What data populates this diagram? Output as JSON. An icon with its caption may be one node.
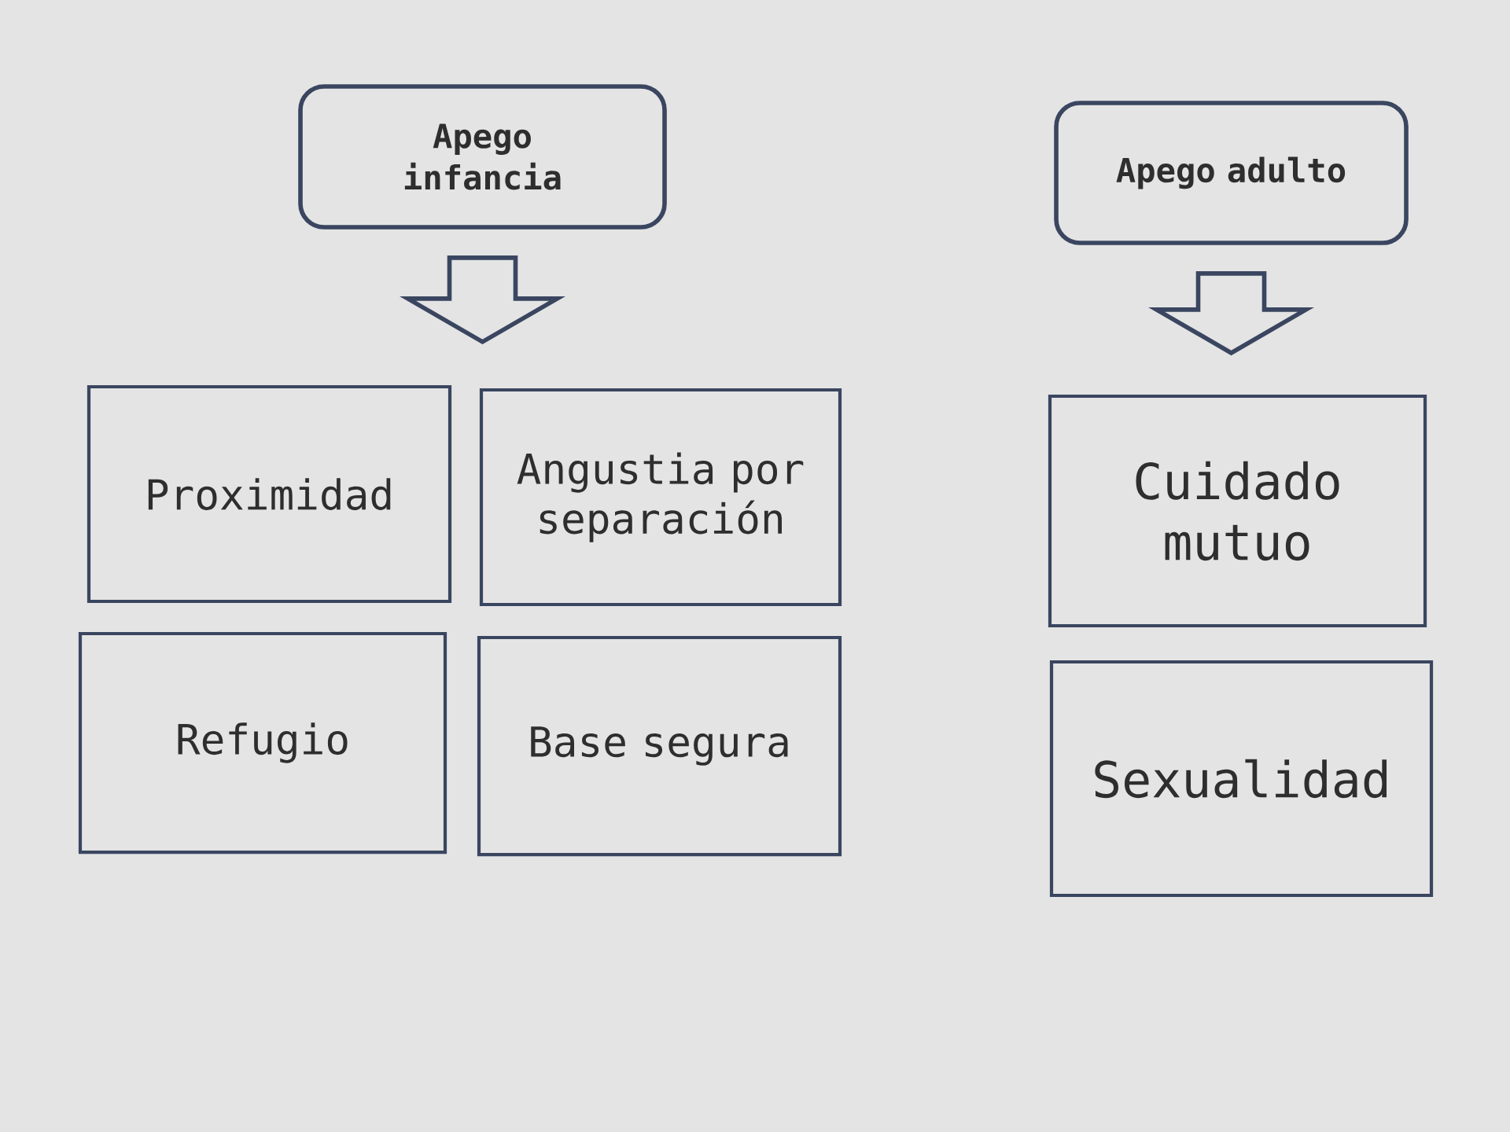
{
  "diagram": {
    "nodes": [
      {
        "text": [
          "Apego infancia"
        ]
      },
      {
        "text": [
          "Apego adulto"
        ]
      },
      {
        "text": [
          "Proximidad"
        ]
      },
      {
        "text": [
          "Angustia por separación"
        ]
      },
      {
        "text": [
          "Refugio"
        ]
      },
      {
        "text": [
          "Base segura"
        ]
      },
      {
        "text": [
          "Cuidado mutuo"
        ]
      },
      {
        "text": [
          "Sexualidad"
        ]
      }
    ],
    "edges": [
      {
        "from": 0,
        "to": null,
        "arrow": "to"
      },
      {
        "from": 1,
        "to": 6,
        "arrow": "to"
      }
    ]
  }
}
